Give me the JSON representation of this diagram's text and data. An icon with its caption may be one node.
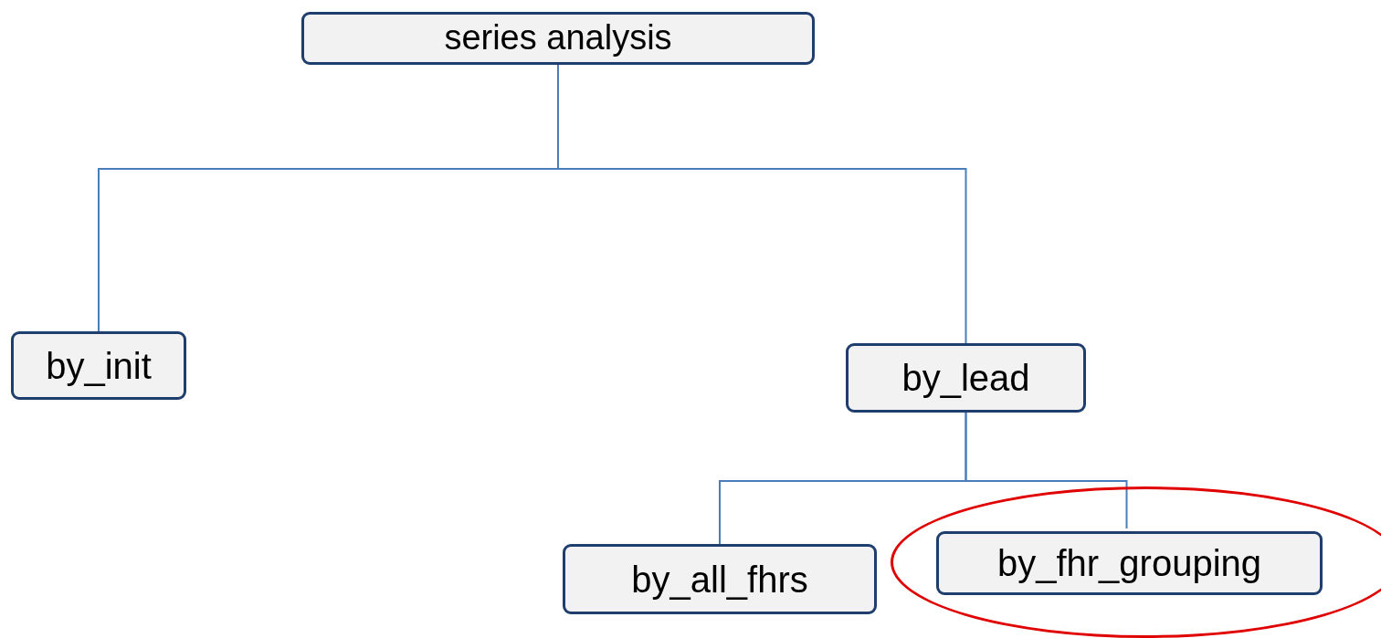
{
  "diagram": {
    "nodes": [
      {
        "text": [
          "series analysis"
        ]
      },
      {
        "text": [
          "by_init"
        ]
      },
      {
        "text": [
          "by_lead"
        ]
      },
      {
        "text": [
          "by_all_fhrs"
        ]
      },
      {
        "text": [],
        "shape": "ellipse"
      },
      {
        "text": [
          "by_fhr_grouping"
        ],
        "in": 4
      }
    ],
    "edges": [
      {
        "from": 0,
        "to": 1,
        "arrow": "none"
      },
      {
        "from": 0,
        "to": 2,
        "arrow": "none"
      },
      {
        "from": 2,
        "to": 3,
        "arrow": "none"
      },
      {
        "from": 2,
        "to": 5,
        "arrow": "none"
      }
    ]
  }
}
